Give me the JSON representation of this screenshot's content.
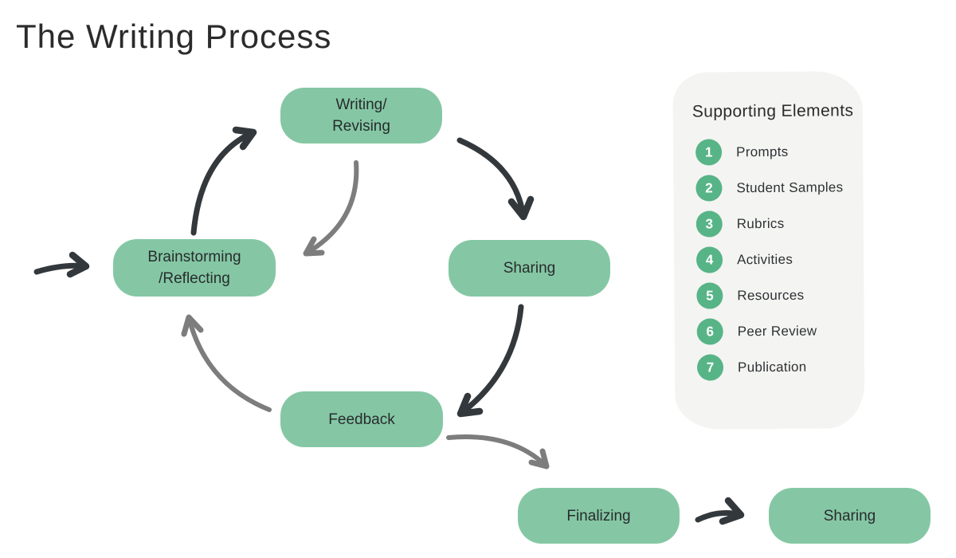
{
  "title": "The Writing Process",
  "colors": {
    "node-green": "#85c7a4",
    "badge-green": "#57b487",
    "arrow-dark": "#33383c",
    "arrow-gray": "#7d7d7d",
    "panel-bg": "#f4f4f2",
    "text-dark": "#2b2f32"
  },
  "cycle": {
    "nodes": [
      {
        "id": "writing-revising",
        "label": "Writing/\nRevising"
      },
      {
        "id": "sharing",
        "label": "Sharing"
      },
      {
        "id": "feedback",
        "label": "Feedback"
      },
      {
        "id": "brainstorming-reflecting",
        "label": "Brainstorming\n/Reflecting"
      }
    ],
    "connections": [
      {
        "from": "start",
        "to": "brainstorming-reflecting",
        "color": "dark"
      },
      {
        "from": "brainstorming-reflecting",
        "to": "writing-revising",
        "color": "dark"
      },
      {
        "from": "writing-revising",
        "to": "sharing",
        "color": "dark"
      },
      {
        "from": "writing-revising",
        "to": "brainstorming-reflecting",
        "color": "gray"
      },
      {
        "from": "sharing",
        "to": "feedback",
        "color": "dark"
      },
      {
        "from": "feedback",
        "to": "brainstorming-reflecting",
        "color": "gray"
      },
      {
        "from": "feedback",
        "to": "finalizing",
        "color": "gray"
      },
      {
        "from": "finalizing",
        "to": "sharing-final",
        "color": "dark"
      }
    ]
  },
  "flow": {
    "nodes": [
      {
        "id": "finalizing",
        "label": "Finalizing"
      },
      {
        "id": "sharing-final",
        "label": "Sharing"
      }
    ]
  },
  "legend": {
    "heading": "Supporting Elements",
    "items": [
      {
        "number": "1",
        "label": "Prompts"
      },
      {
        "number": "2",
        "label": "Student Samples"
      },
      {
        "number": "3",
        "label": "Rubrics"
      },
      {
        "number": "4",
        "label": "Activities"
      },
      {
        "number": "5",
        "label": "Resources"
      },
      {
        "number": "6",
        "label": "Peer Review"
      },
      {
        "number": "7",
        "label": "Publication"
      }
    ]
  }
}
